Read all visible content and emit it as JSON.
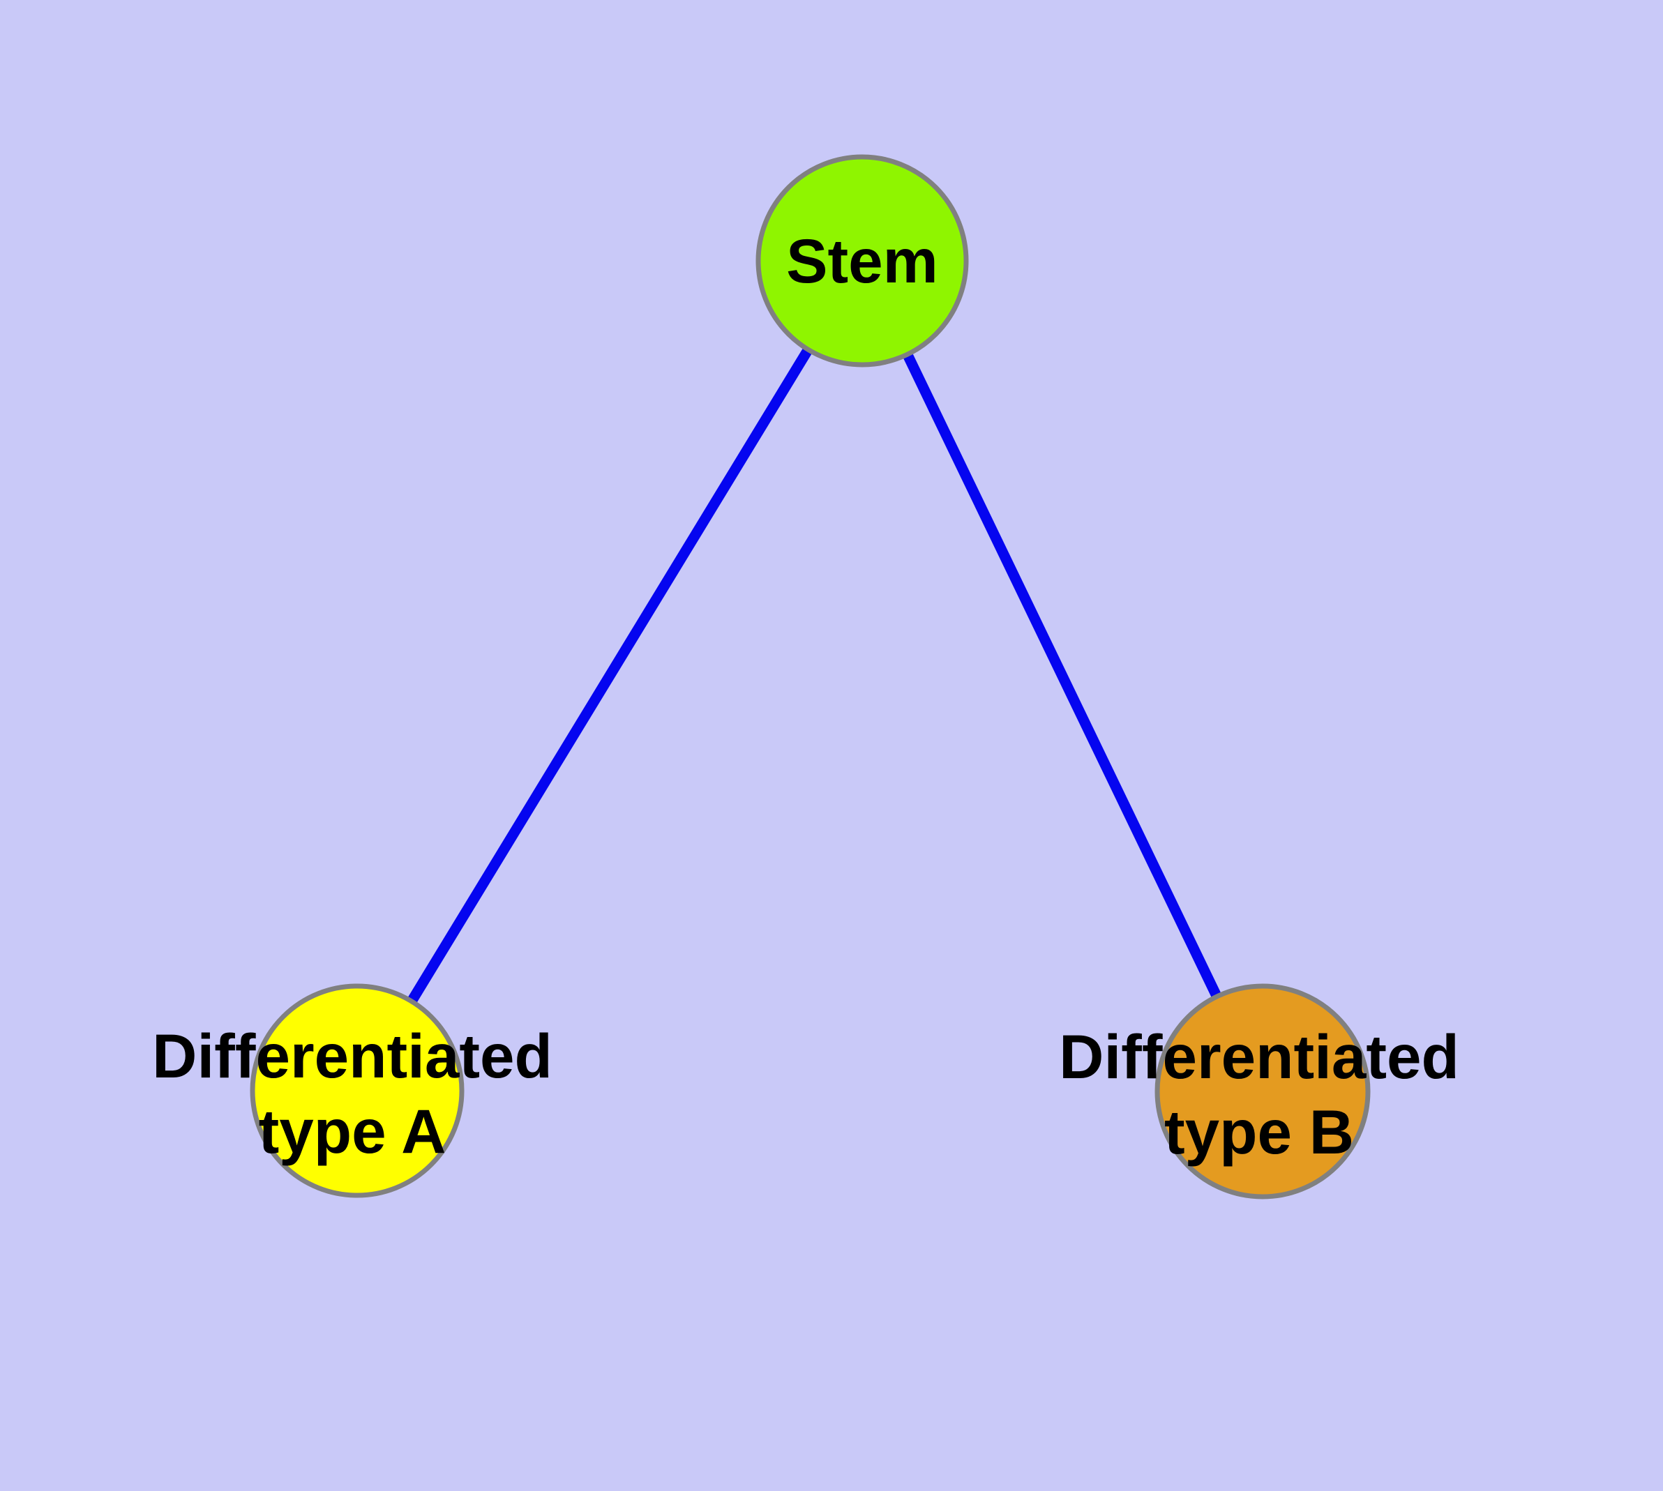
{
  "diagram": {
    "background_color": "#C9C9F8",
    "node_border_color": "#808080",
    "label_color": "#000000",
    "edge_color": "#0505F0",
    "nodes": [
      {
        "id": "stem",
        "label": "Stem",
        "fill": "#8FF500"
      },
      {
        "id": "differentiated-a",
        "label": "Differentiated\ntype A",
        "fill": "#FFFF00"
      },
      {
        "id": "differentiated-b",
        "label": "Differentiated\ntype B",
        "fill": "#E49B20"
      }
    ],
    "edges": [
      {
        "from": "stem",
        "to": "differentiated-a",
        "color": "#0505F0"
      },
      {
        "from": "stem",
        "to": "differentiated-b",
        "color": "#0505F0"
      }
    ]
  }
}
